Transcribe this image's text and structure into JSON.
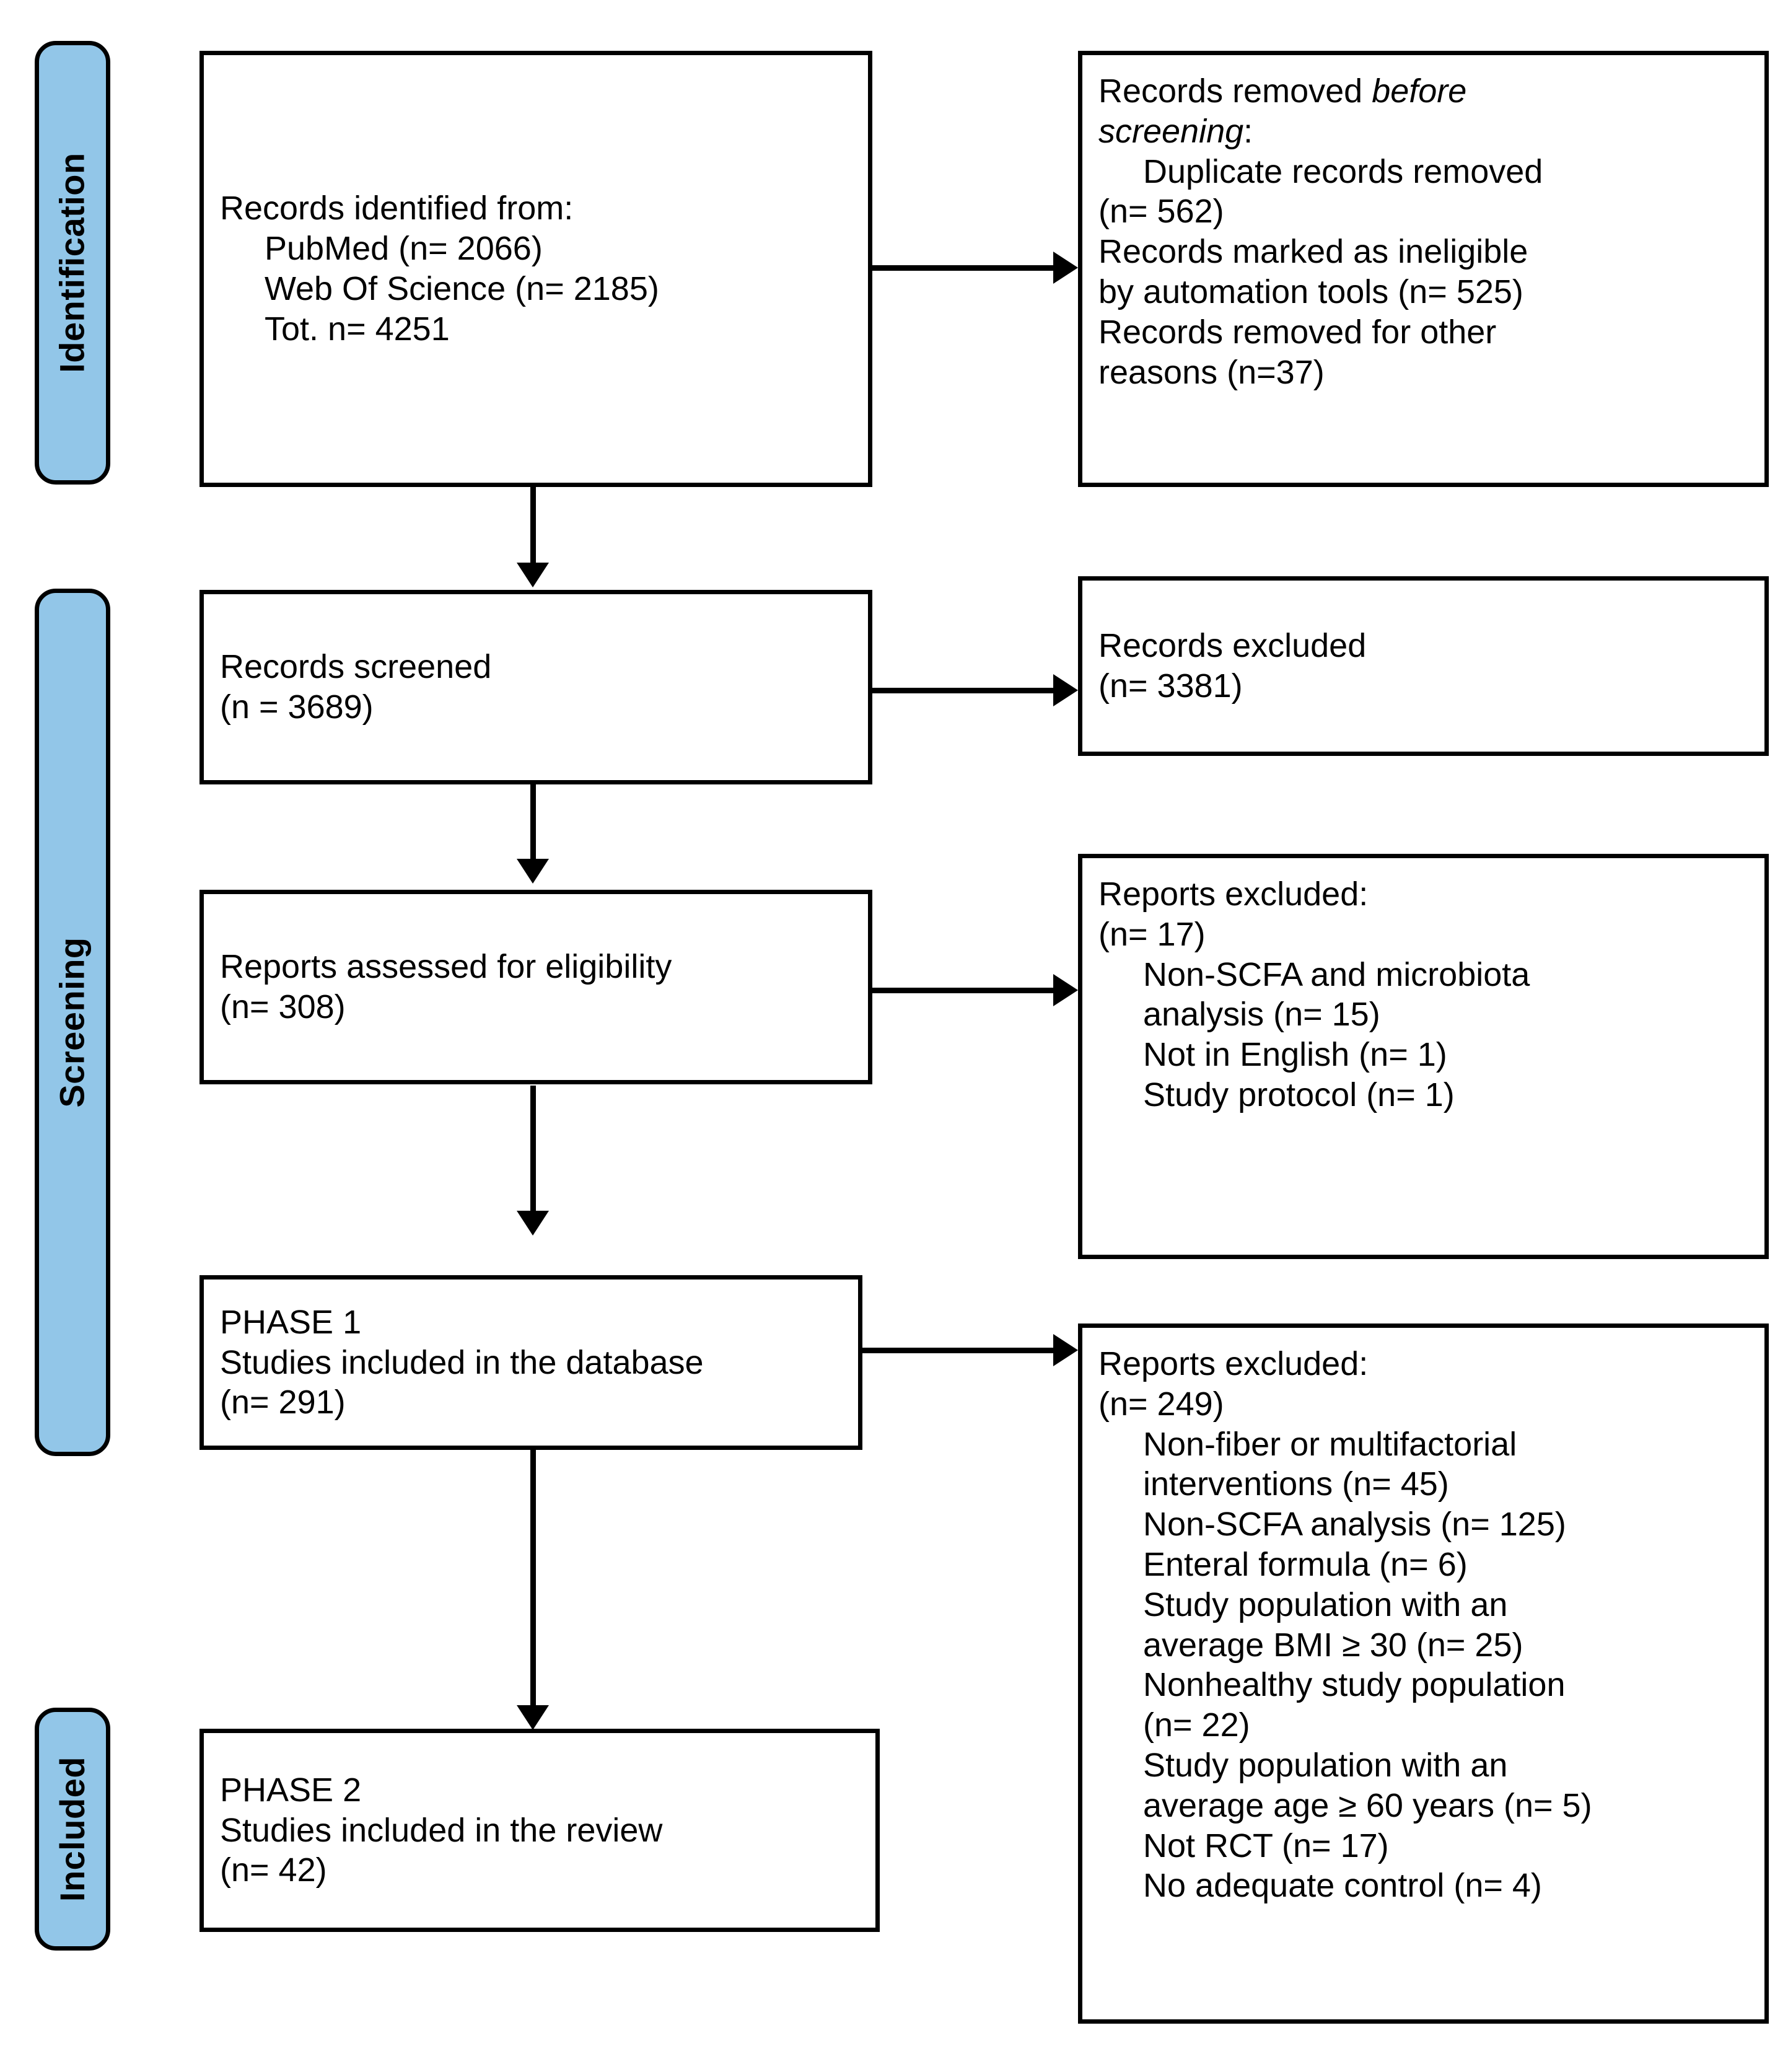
{
  "diagram": {
    "type": "prisma-flow-diagram",
    "accent_color": "#92C6E8",
    "stroke_color": "#000000",
    "background_color": "#FFFFFF"
  },
  "bands": [
    {
      "id": "identification",
      "label": "Identification"
    },
    {
      "id": "screening",
      "label": "Screening"
    },
    {
      "id": "included",
      "label": "Included"
    }
  ],
  "boxes": {
    "identified": {
      "lines": [
        {
          "text": "Records identified from:",
          "indent": 0
        },
        {
          "text": "PubMed (n= 2066)",
          "indent": 1
        },
        {
          "text": "Web Of Science (n= 2185)",
          "indent": 1
        },
        {
          "text": "Tot. n= 4251",
          "indent": 1
        }
      ]
    },
    "removed_before_screening": {
      "lines": [
        {
          "text": "Records removed ",
          "indent": 0,
          "trailing_italic": "before"
        },
        {
          "text": "screening",
          "indent": 0,
          "italic": true,
          "suffix": ":"
        },
        {
          "text": "Duplicate records removed",
          "indent": 1
        },
        {
          "text": "(n= 562)",
          "indent": 0
        },
        {
          "text": "Records marked as ineligible",
          "indent": 0
        },
        {
          "text": "by automation tools (n= 525)",
          "indent": 0
        },
        {
          "text": "Records removed for other",
          "indent": 0
        },
        {
          "text": "reasons (n=37)",
          "indent": 0
        }
      ]
    },
    "records_screened": {
      "lines": [
        {
          "text": "Records screened",
          "indent": 0
        },
        {
          "text": "(n = 3689)",
          "indent": 0
        }
      ]
    },
    "records_excluded": {
      "lines": [
        {
          "text": "Records excluded",
          "indent": 0
        },
        {
          "text": "(n= 3381)",
          "indent": 0
        }
      ]
    },
    "reports_assessed": {
      "lines": [
        {
          "text": "Reports assessed for eligibility",
          "indent": 0
        },
        {
          "text": "(n= 308)",
          "indent": 0
        }
      ]
    },
    "reports_excluded_1": {
      "lines": [
        {
          "text": "Reports excluded:",
          "indent": 0
        },
        {
          "text": "(n= 17)",
          "indent": 0
        },
        {
          "text": "Non-SCFA and microbiota",
          "indent": 1
        },
        {
          "text": "analysis (n= 15)",
          "indent": 0
        },
        {
          "text": "Not in English (n= 1)",
          "indent": 0
        },
        {
          "text": "Study protocol (n= 1)",
          "indent": 0
        }
      ]
    },
    "phase1": {
      "lines": [
        {
          "text": "PHASE 1",
          "indent": 0
        },
        {
          "text": "Studies included in the database",
          "indent": 0
        },
        {
          "text": "(n= 291)",
          "indent": 0
        }
      ]
    },
    "reports_excluded_2": {
      "lines": [
        {
          "text": "Reports excluded:",
          "indent": 0
        },
        {
          "text": "(n= 249)",
          "indent": 0
        },
        {
          "text": "Non-fiber or multifactorial",
          "indent": 1
        },
        {
          "text": "interventions (n= 45)",
          "indent": 0
        },
        {
          "text": "Non-SCFA analysis (n= 125)",
          "indent": 0
        },
        {
          "text": "Enteral formula (n= 6)",
          "indent": 0
        },
        {
          "text": "Study population with an",
          "indent": 0
        },
        {
          "text": "average BMI ≥ 30 (n= 25)",
          "indent": 0
        },
        {
          "text": "Nonhealthy study population",
          "indent": 0
        },
        {
          "text": "(n= 22)",
          "indent": 0
        },
        {
          "text": "Study population with an",
          "indent": 0
        },
        {
          "text": "average age ≥ 60 years (n= 5)",
          "indent": 0
        },
        {
          "text": "Not RCT (n= 17)",
          "indent": 0
        },
        {
          "text": "No adequate control (n= 4)",
          "indent": 0
        }
      ]
    },
    "phase2": {
      "lines": [
        {
          "text": "PHASE 2",
          "indent": 0
        },
        {
          "text": "Studies included in the review",
          "indent": 0
        },
        {
          "text": "(n= 42)",
          "indent": 0
        }
      ]
    }
  },
  "flow_data": {
    "records_identified_pubmed": 2066,
    "records_identified_wos": 2185,
    "records_identified_total": 4251,
    "duplicates_removed": 562,
    "ineligible_by_automation": 525,
    "removed_other_reasons": 37,
    "records_screened": 3689,
    "records_excluded": 3381,
    "reports_assessed": 308,
    "reports_excluded_phase1_total": 17,
    "studies_in_database": 291,
    "reports_excluded_phase2_total": 249,
    "studies_in_review": 42
  }
}
